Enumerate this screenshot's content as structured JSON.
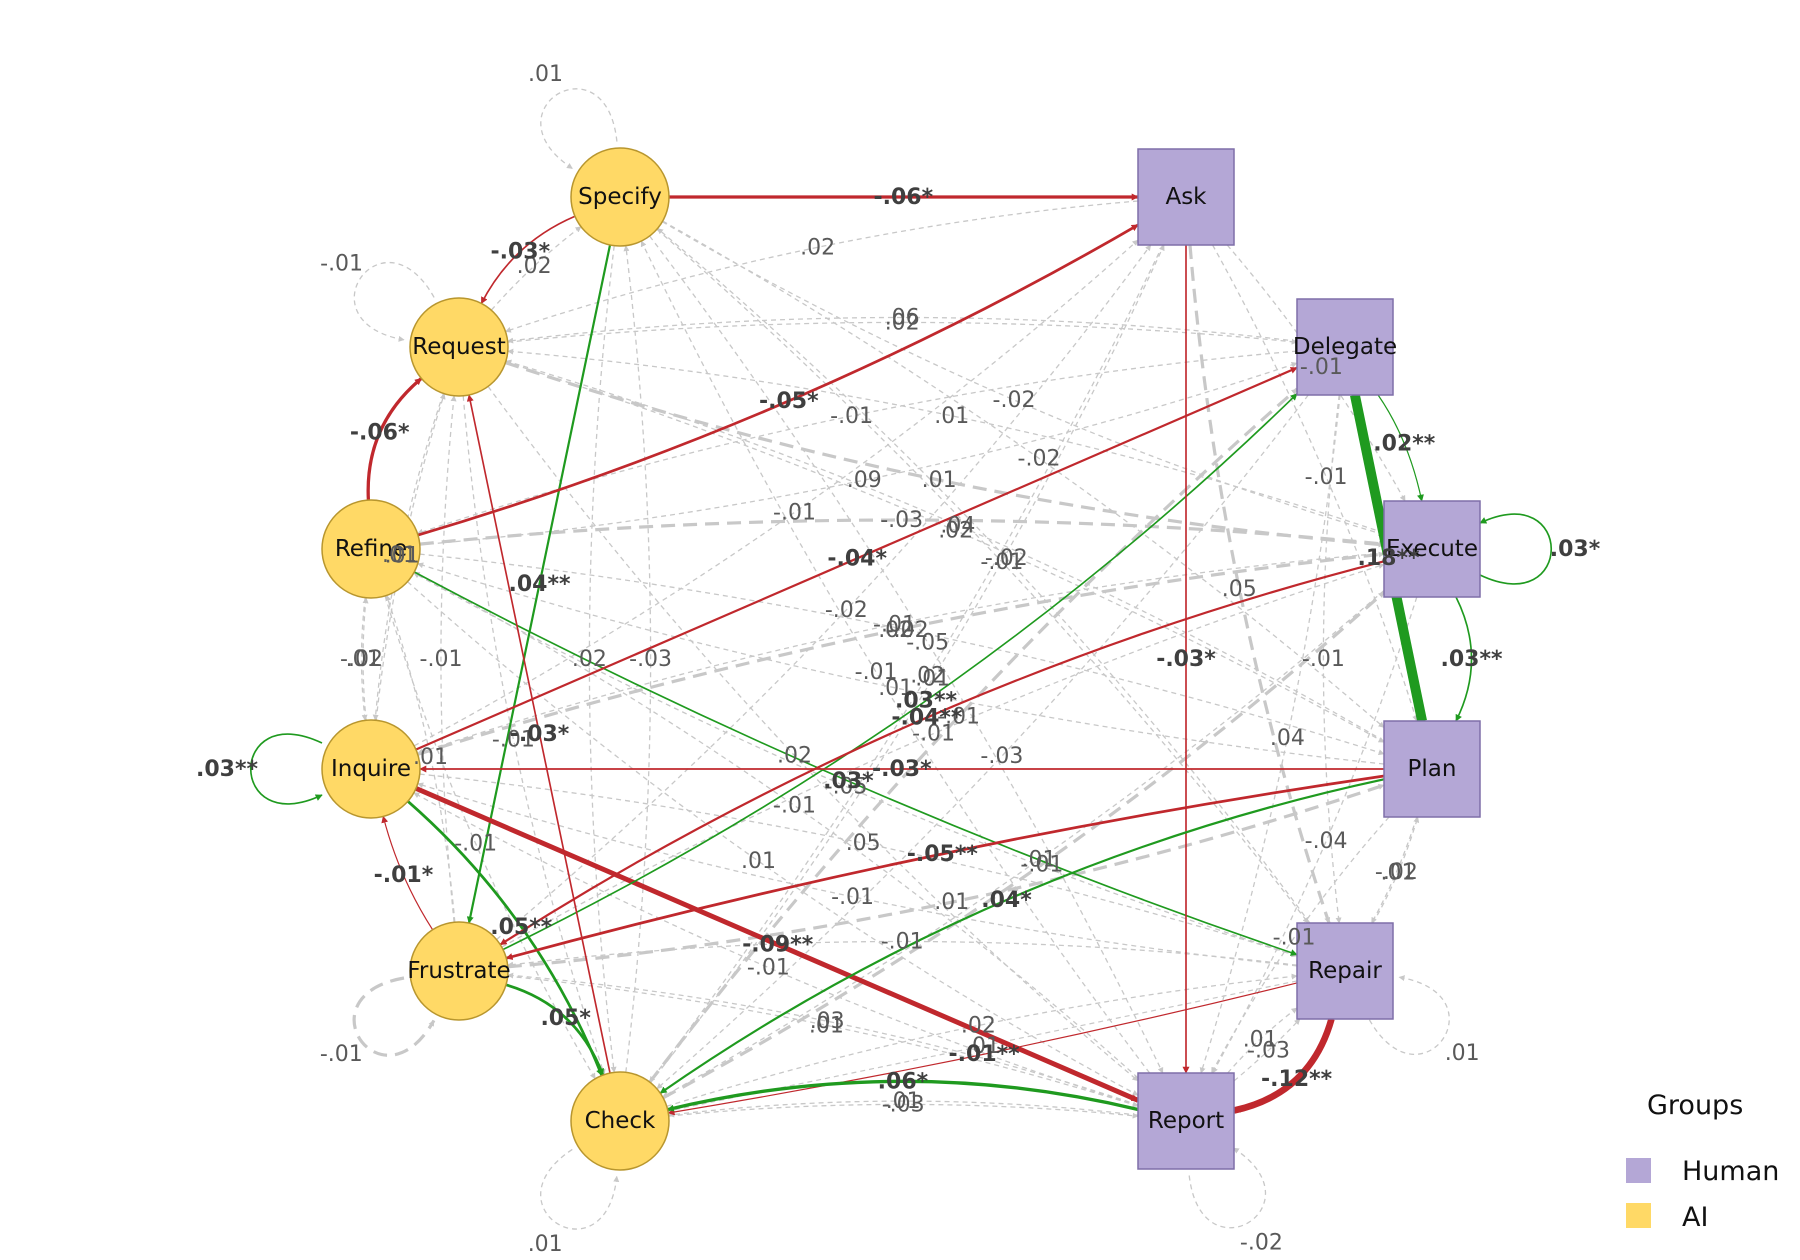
{
  "colors": {
    "human_fill": "#b4a7d6",
    "human_stroke": "#7e6fa8",
    "ai_fill": "#ffd966",
    "ai_stroke": "#b8962e",
    "positive": "#1f9a1f",
    "negative": "#c0282d",
    "nonsig": "#c8c8c8"
  },
  "nodes": [
    {
      "id": "Specify",
      "label": "Specify",
      "group": "AI"
    },
    {
      "id": "Request",
      "label": "Request",
      "group": "AI"
    },
    {
      "id": "Refine",
      "label": "Refine",
      "group": "AI"
    },
    {
      "id": "Inquire",
      "label": "Inquire",
      "group": "AI"
    },
    {
      "id": "Frustrate",
      "label": "Frustrate",
      "group": "AI"
    },
    {
      "id": "Check",
      "label": "Check",
      "group": "AI"
    },
    {
      "id": "Ask",
      "label": "Ask",
      "group": "Human"
    },
    {
      "id": "Delegate",
      "label": "Delegate",
      "group": "Human"
    },
    {
      "id": "Execute",
      "label": "Execute",
      "group": "Human"
    },
    {
      "id": "Plan",
      "label": "Plan",
      "group": "Human"
    },
    {
      "id": "Repair",
      "label": "Repair",
      "group": "Human"
    },
    {
      "id": "Report",
      "label": "Report",
      "group": "Human"
    }
  ],
  "significant_edges": [
    {
      "from": "Specify",
      "to": "Ask",
      "label": "-.06*",
      "sign": "negative",
      "weight": 0.06
    },
    {
      "from": "Specify",
      "to": "Request",
      "label": "-.03*",
      "sign": "negative",
      "weight": 0.03
    },
    {
      "from": "Specify",
      "to": "Frustrate",
      "label": ".04**",
      "sign": "positive",
      "weight": 0.04
    },
    {
      "from": "Refine",
      "to": "Request",
      "label": "-.06*",
      "sign": "negative",
      "weight": 0.06
    },
    {
      "from": "Refine",
      "to": "Ask",
      "label": "-.05*",
      "sign": "negative",
      "weight": 0.05
    },
    {
      "from": "Refine",
      "to": "Repair",
      "label": ".03*",
      "sign": "positive",
      "weight": 0.03
    },
    {
      "from": "Inquire",
      "to": "Inquire",
      "label": ".03**",
      "sign": "positive",
      "weight": 0.03
    },
    {
      "from": "Inquire",
      "to": "Report",
      "label": "-.09**",
      "sign": "negative",
      "weight": 0.09
    },
    {
      "from": "Inquire",
      "to": "Check",
      "label": ".05**",
      "sign": "positive",
      "weight": 0.05
    },
    {
      "from": "Inquire",
      "to": "Delegate",
      "label": "-.04*",
      "sign": "negative",
      "weight": 0.04
    },
    {
      "from": "Frustrate",
      "to": "Inquire",
      "label": "-.01*",
      "sign": "negative",
      "weight": 0.01
    },
    {
      "from": "Frustrate",
      "to": "Check",
      "label": ".05*",
      "sign": "positive",
      "weight": 0.05
    },
    {
      "from": "Frustrate",
      "to": "Delegate",
      "label": ".03**",
      "sign": "positive",
      "weight": 0.03
    },
    {
      "from": "Check",
      "to": "Request",
      "label": "-.03*",
      "sign": "negative",
      "weight": 0.03
    },
    {
      "from": "Ask",
      "to": "Report",
      "label": "-.03*",
      "sign": "negative",
      "weight": 0.03
    },
    {
      "from": "Delegate",
      "to": "Execute",
      "label": ".02**",
      "sign": "positive",
      "weight": 0.02
    },
    {
      "from": "Delegate",
      "to": "Plan",
      "label": ".18**",
      "sign": "positive",
      "weight": 0.18
    },
    {
      "from": "Execute",
      "to": "Execute",
      "label": ".03*",
      "sign": "positive",
      "weight": 0.03
    },
    {
      "from": "Execute",
      "to": "Plan",
      "label": ".03**",
      "sign": "positive",
      "weight": 0.03
    },
    {
      "from": "Execute",
      "to": "Frustrate",
      "label": "-.04**",
      "sign": "negative",
      "weight": 0.04
    },
    {
      "from": "Plan",
      "to": "Inquire",
      "label": "-.03*",
      "sign": "negative",
      "weight": 0.03
    },
    {
      "from": "Plan",
      "to": "Frustrate",
      "label": "-.05**",
      "sign": "negative",
      "weight": 0.05
    },
    {
      "from": "Plan",
      "to": "Check",
      "label": ".04*",
      "sign": "positive",
      "weight": 0.04
    },
    {
      "from": "Repair",
      "to": "Report",
      "label": "-.12**",
      "sign": "negative",
      "weight": 0.12
    },
    {
      "from": "Repair",
      "to": "Check",
      "label": "-.01**",
      "sign": "negative",
      "weight": 0.01
    },
    {
      "from": "Report",
      "to": "Check",
      "label": ".06*",
      "sign": "positive",
      "weight": 0.06
    }
  ],
  "nonsig_edge_labels": [
    ".01",
    "-.01",
    ".01",
    ".01",
    "-.02",
    "-.01",
    "-.02",
    "-.02",
    "-.01",
    ".02",
    ".02",
    ".01",
    ".02",
    ".02",
    "-.03",
    ".09",
    "-.02",
    ".01",
    ".02",
    "-.01",
    ".05",
    "-.02",
    "-.01",
    ".01",
    ".01",
    ".01",
    "-.01",
    "-.01",
    ".02",
    ".02",
    ".02",
    ".05",
    "-.01",
    ".06",
    "-.03",
    "-.01",
    ".04",
    ".01",
    ".01",
    "-.01",
    "-.04",
    ".04",
    ".01",
    "-.01",
    "-.02",
    "-.02",
    "-.05",
    "-.01",
    "-.01",
    ".01",
    "-.01",
    "-.01",
    "-.01",
    ".03",
    ".01",
    "-.02",
    ".01",
    ".01",
    ".01",
    "-.01",
    "-.01",
    ".01",
    "-.03",
    ".01",
    "-.05",
    "-.01",
    "-.01",
    "-.01",
    ".02",
    "-.03",
    ".01",
    "-.03"
  ],
  "legend": {
    "title": "Groups",
    "items": [
      {
        "label": "Human",
        "group": "Human"
      },
      {
        "label": "AI",
        "group": "AI"
      }
    ]
  }
}
